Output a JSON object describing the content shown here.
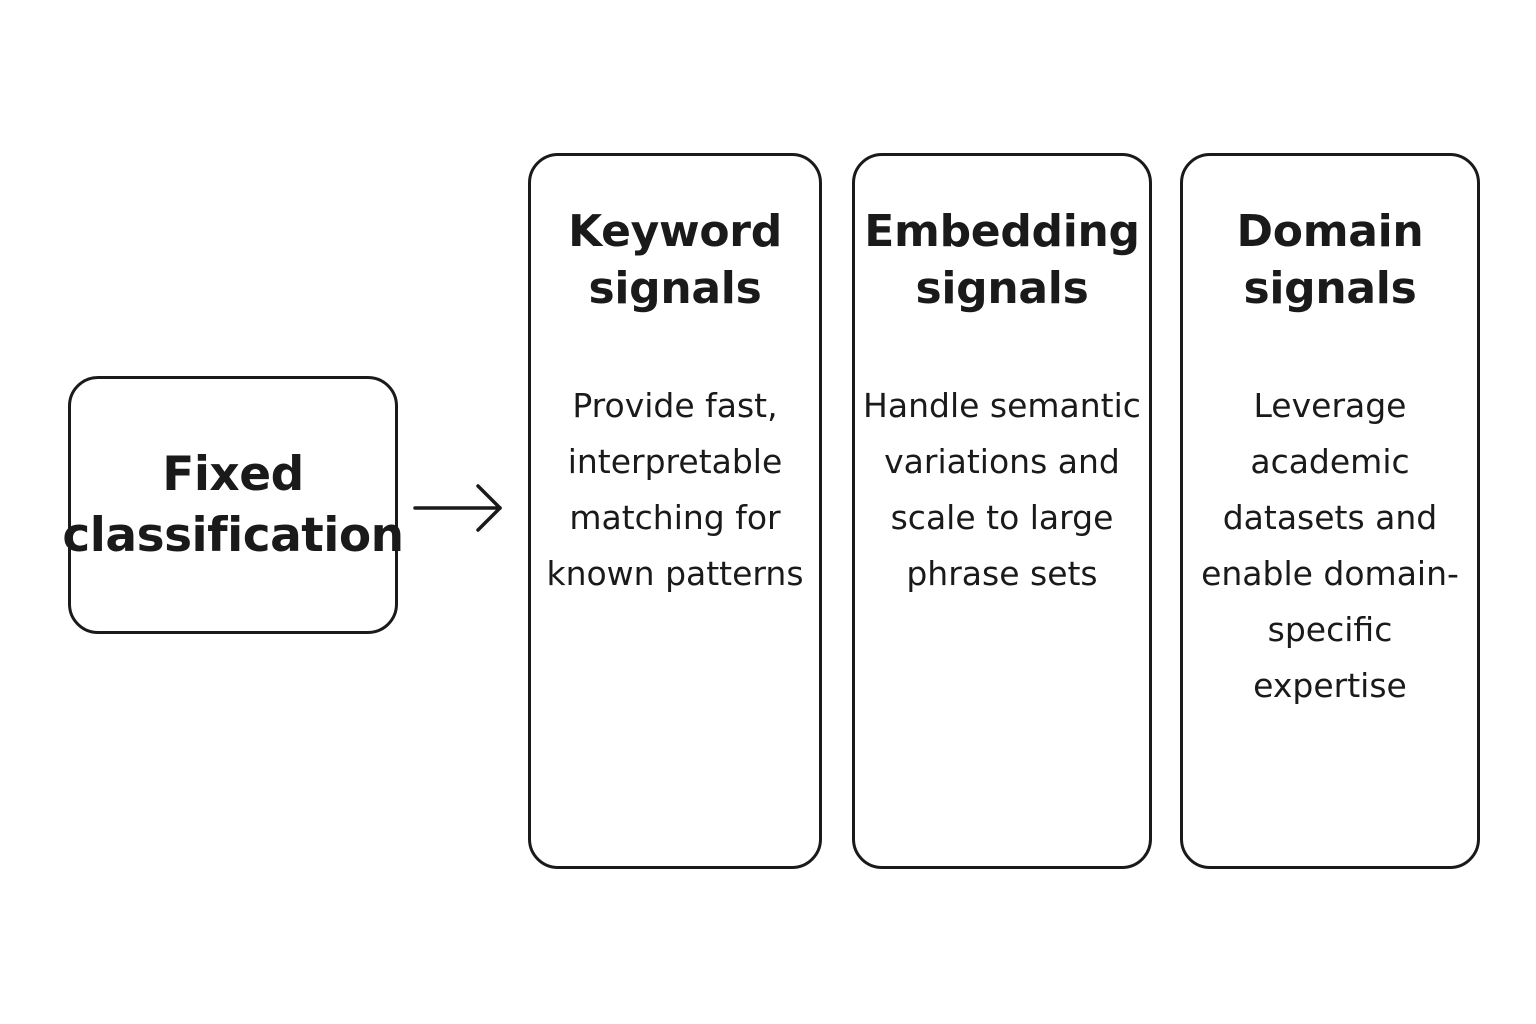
{
  "diagram": {
    "source": {
      "title": "Fixed classification"
    },
    "columns": [
      {
        "title": "Keyword signals",
        "body": "Provide fast, interpretable matching for known patterns"
      },
      {
        "title": "Embedding signals",
        "body": "Handle semantic variations and scale to large phrase sets"
      },
      {
        "title": "Domain signals",
        "body": "Leverage academic datasets and enable domain-specific expertise"
      }
    ],
    "icons": {
      "connector": "right-arrow-icon"
    }
  }
}
